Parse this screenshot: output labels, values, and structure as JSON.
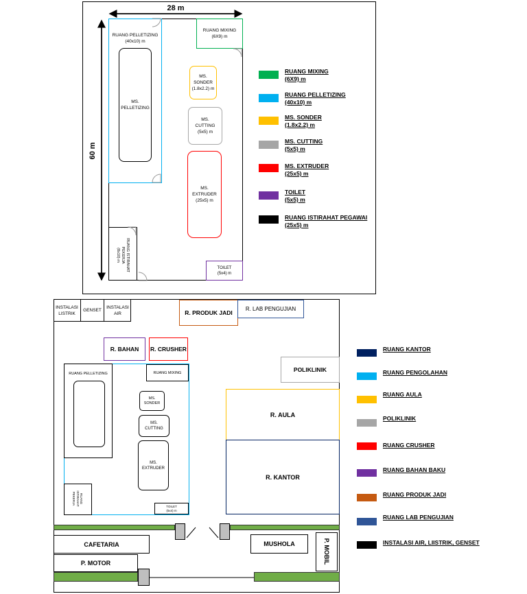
{
  "top_plan": {
    "width_label": "28 m",
    "height_label": "60 m",
    "rooms": {
      "pelletizing": {
        "name": "RUANG PELLETIZING",
        "size": "(40x10) m"
      },
      "mixing": {
        "name": "RUANG MIXING",
        "size": "(6X9) m"
      },
      "sonder": {
        "line1": "MS.",
        "line2": "SONDER",
        "line3": "(1.8x2.2) m"
      },
      "cutting": {
        "line1": "MS.",
        "line2": "CUTTING",
        "line3": "(5x5) m"
      },
      "extruder": {
        "line1": "MS.",
        "line2": "EXTRUDER",
        "line3": "(25x5) m"
      },
      "pelletizing_machine": {
        "line1": "MS.",
        "line2": "PELLETIZING"
      },
      "rest": {
        "line1": "RUANG ISTIRAHAT",
        "line2": "PEKERJA",
        "line3": "(8x10) m"
      },
      "toilet": {
        "name": "TOILET",
        "size": "(5x4) m"
      }
    },
    "legend": [
      {
        "label": "RUANG MIXING",
        "size": "(6X9) m",
        "color": "#00b050"
      },
      {
        "label": "RUANG PELLETIZING",
        "size": "(40x10) m",
        "color": "#00b0f0"
      },
      {
        "label": "MS. SONDER",
        "size": "(1.8x2.2) m",
        "color": "#ffc000"
      },
      {
        "label": "MS. CUTTING",
        "size": "(5x5) m",
        "color": "#a6a6a6"
      },
      {
        "label": "MS. EXTRUDER",
        "size": "(25x5) m",
        "color": "#ff0000"
      },
      {
        "label": "TOILET",
        "size": "(5x5) m",
        "color": "#7030a0"
      },
      {
        "label": "RUANG ISTIRAHAT PEGAWAI",
        "size": "(25x5) m",
        "color": "#000000"
      }
    ]
  },
  "site_plan": {
    "instalasi_listrik": "INSTALASI LISTRIK",
    "genset": "GENSET",
    "instalasi_air": "INSTALASI AIR",
    "produk_jadi": "R. PRODUK JADI",
    "lab_pengujian": "R. LAB PENGUJIAN",
    "bahan": "R. BAHAN",
    "crusher": "R. CRUSHER",
    "poliklinik": "POLIKLINIK",
    "aula": "R. AULA",
    "kantor": "R. KANTOR",
    "pelletizing": "RUANG PELLETIZING",
    "mixing": "RUANG MIXING",
    "sonder": {
      "line1": "MS.",
      "line2": "SONDER"
    },
    "cutting": {
      "line1": "MS.",
      "line2": "CUTTING"
    },
    "extruder": {
      "line1": "MS.",
      "line2": "EXTRUDER"
    },
    "rest": {
      "line1": "RUANG",
      "line2": "ISTIRAHAT",
      "line3": "PEKERJA"
    },
    "toilet": {
      "name": "TOILET",
      "size": "(5x4) m"
    },
    "cafetaria": "CAFETARIA",
    "p_motor": "P. MOTOR",
    "mushola": "MUSHOLA",
    "p_mobil": "P. MOBIL",
    "legend": [
      {
        "label": "RUANG KANTOR",
        "color": "#002060"
      },
      {
        "label": "RUANG PENGOLAHAN",
        "color": "#00b0f0"
      },
      {
        "label": "RUANG AULA",
        "color": "#ffc000"
      },
      {
        "label": "POLIKLINIK",
        "color": "#a6a6a6"
      },
      {
        "label": "RUANG CRUSHER",
        "color": "#ff0000"
      },
      {
        "label": "RUANG BAHAN BAKU",
        "color": "#7030a0"
      },
      {
        "label": "RUANG PRODUK JADI",
        "color": "#c55a11"
      },
      {
        "label": "RUANG LAB PENGUJIAN",
        "color": "#2f5597"
      },
      {
        "label": "INSTALASI AIR, LIISTRIK, GENSET",
        "color": "#000000"
      }
    ]
  }
}
